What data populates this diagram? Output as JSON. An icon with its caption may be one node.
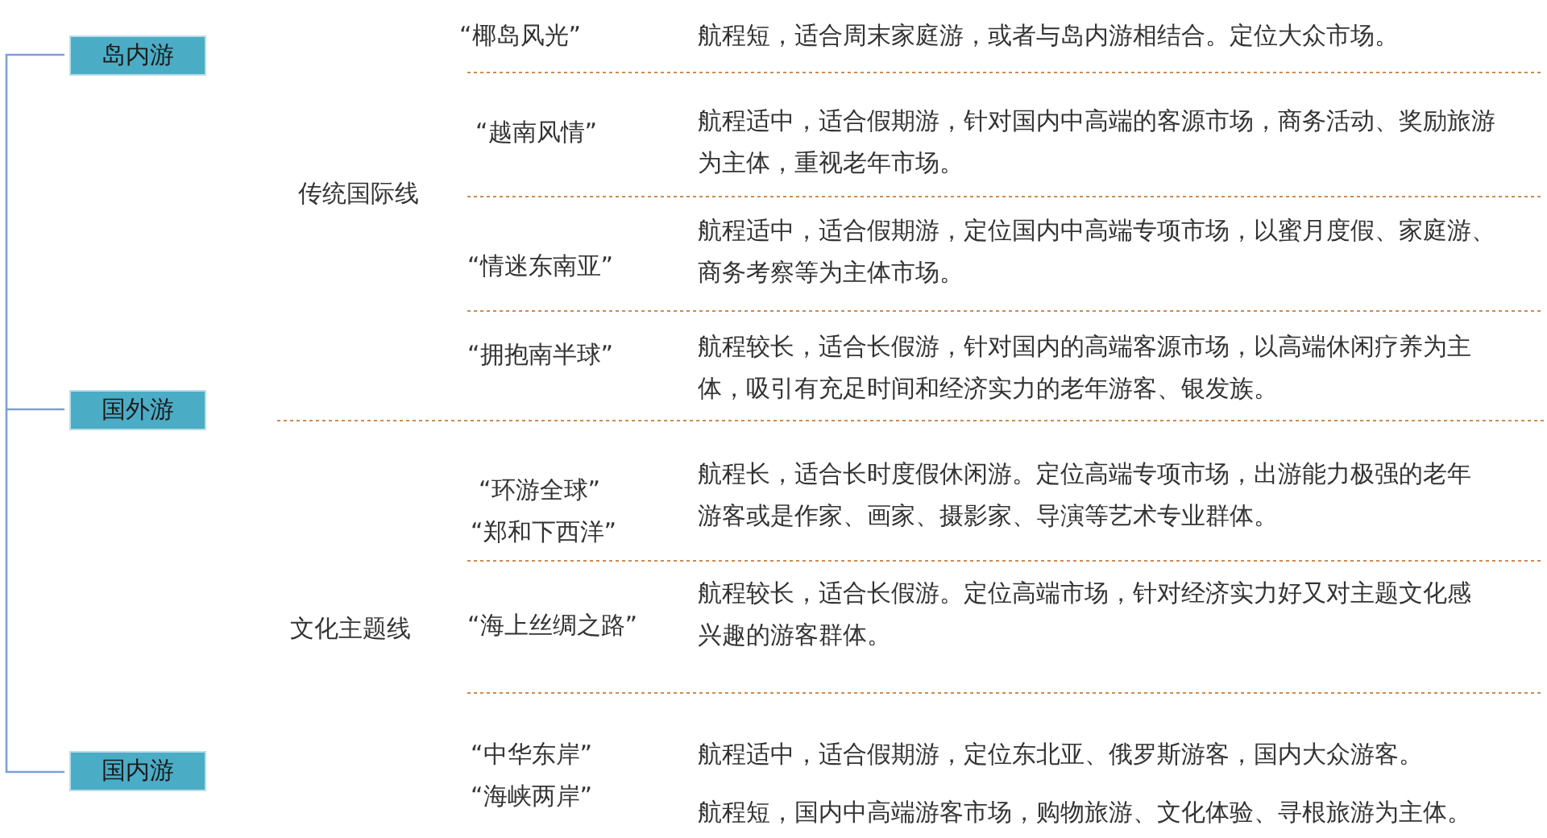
{
  "diagram": {
    "nodes": [
      {
        "text": [
          "岛内游"
        ]
      },
      {
        "text": [
          "国外游"
        ]
      },
      {
        "text": [
          "国内游"
        ]
      }
    ],
    "labels": [
      "“椰岛风光”",
      "航程短，适合周末家庭游，或者与岛内游相结合。定位大众市场。",
      "“越南风情”",
      "航程适中，适合假期游，针对国内中高端的客源市场，商务活动、奖励旅游为主体，重视老年市场。",
      "传统国际线",
      "“情迷东南亚”",
      "航程适中，适合假期游，定位国内中高端专项市场，以蜜月度假、家庭游、商务考察等为主体市场。",
      "“拥抱南半球”",
      "航程较长，适合长假游，针对国内的高端客源市场，以高端休闲疗养为主体，吸引有充足时间和经济实力的老年游客、银发族。",
      "“环游全球”",
      "“郑和下西洋”",
      "航程长，适合长时度假休闲游。定位高端专项市场，出游能力极强的老年游客或是作家、画家、摄影家、导演等艺术专业群体。",
      "文化主题线",
      "“海上丝绸之路”",
      "航程较长，适合长假游。定位高端市场，针对经济实力好又对主题文化感兴趣的游客群体。",
      "“中华东岸”",
      "航程适中，适合假期游，定位东北亚、俄罗斯游客，国内大众游客。",
      "“海峡两岸”",
      "航程短，国内中高端游客市场，购物旅游、文化体验、寻根旅游为主体。"
    ]
  }
}
